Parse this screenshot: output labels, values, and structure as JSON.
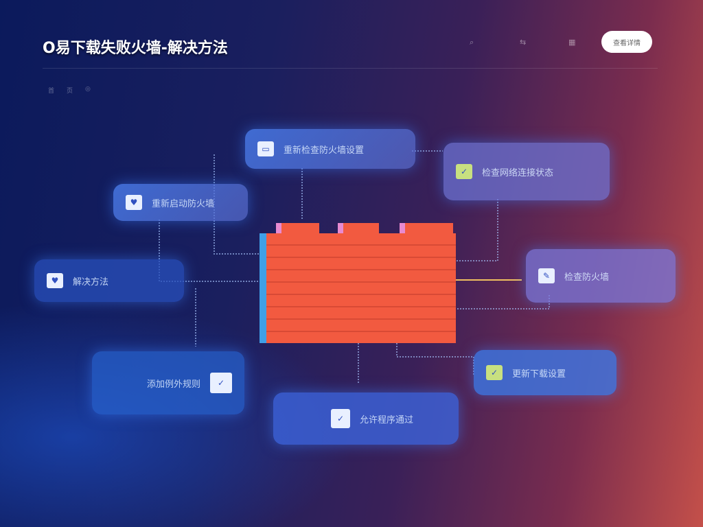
{
  "header": {
    "title": "O易下载失败火墙-解决方法",
    "icons": [
      "search-icon",
      "share-icon",
      "menu-icon"
    ],
    "icon_glyphs": [
      "⌕",
      "⇆",
      "▦"
    ],
    "button_label": "查看详情"
  },
  "breadcrumb": [
    "首",
    "页",
    "◎"
  ],
  "cards": [
    {
      "label": "重新检查防火墙设置",
      "icon": "▭"
    },
    {
      "label": "检查网络连接状态",
      "icon": "✓"
    },
    {
      "label": "重新启动防火墙",
      "icon": "♥"
    },
    {
      "label": "检查防火墙",
      "icon": "✎"
    },
    {
      "label": "解决方法",
      "icon": "♥"
    },
    {
      "label": "添加例外规则",
      "icon": "✓"
    },
    {
      "label": "更新下载设置",
      "icon": "✓"
    },
    {
      "label": "允许程序通过",
      "icon": "✓"
    }
  ]
}
